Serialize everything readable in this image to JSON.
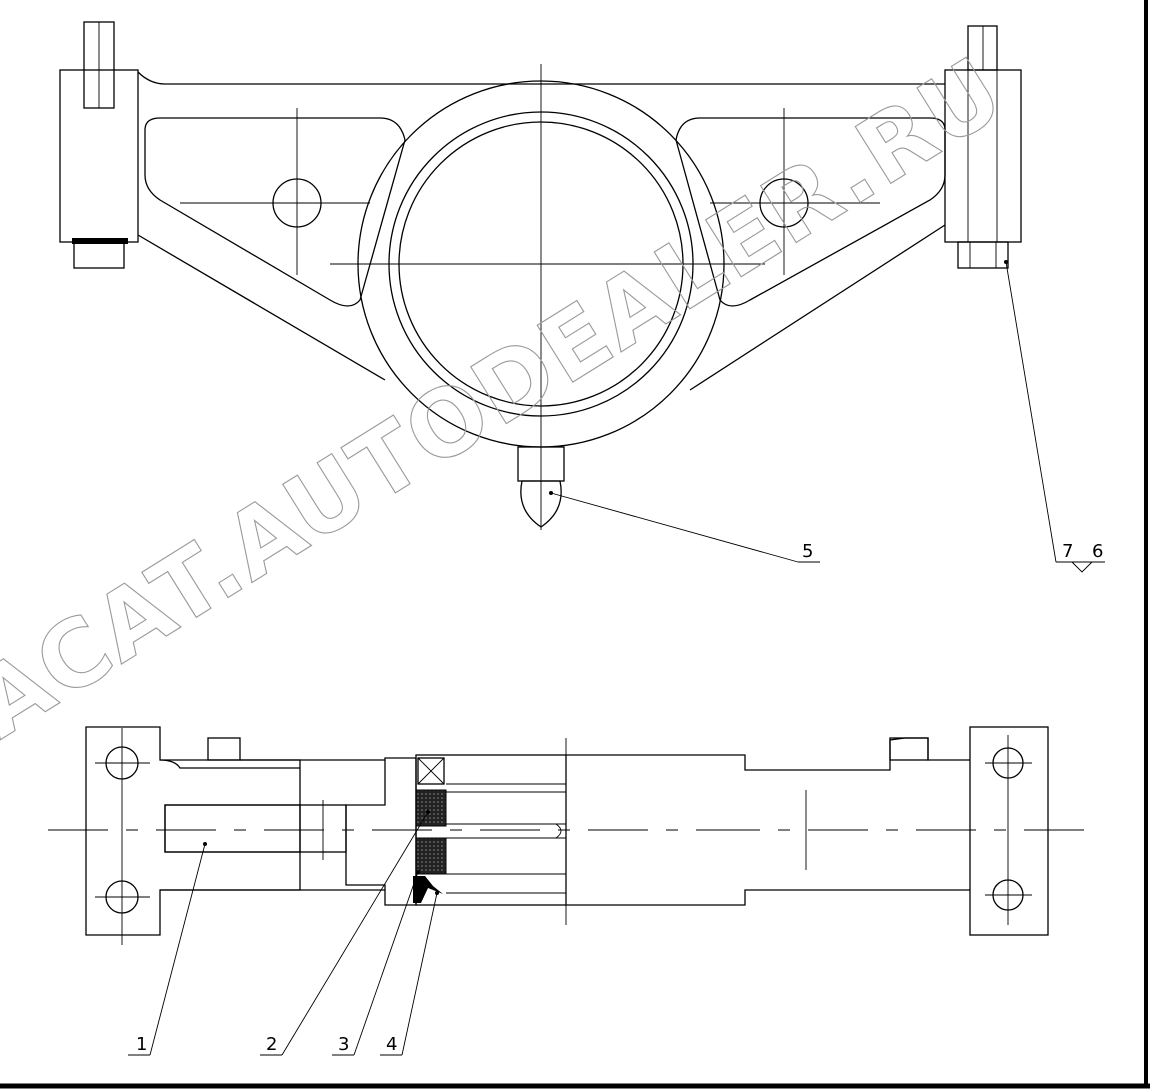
{
  "watermark": "ACAT.AUTODEALER.RU",
  "callouts": {
    "c1": "1",
    "c2": "2",
    "c3": "3",
    "c4": "4",
    "c5": "5",
    "c6": "6",
    "c7": "7"
  },
  "colors": {
    "line": "#000000",
    "background": "#ffffff",
    "watermark": "#9a9a9a"
  }
}
